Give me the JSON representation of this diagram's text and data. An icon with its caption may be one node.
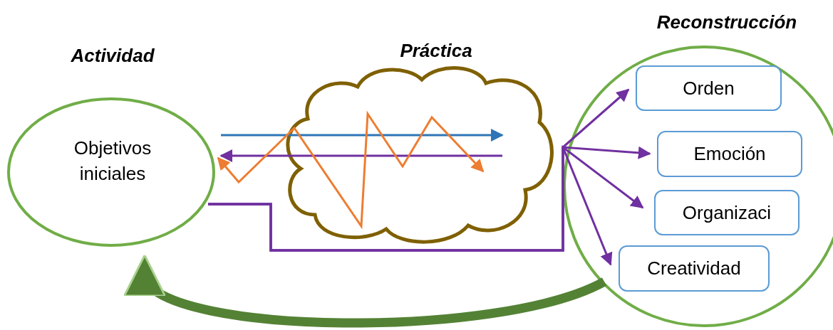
{
  "diagram": {
    "nodes": [
      {
        "text": [
          "Actividad",
          "Objetivos iniciales"
        ]
      },
      {
        "text": [
          "Práctica"
        ]
      },
      {
        "text": [
          "Reconstrucción"
        ]
      },
      {
        "text": [
          "Orden"
        ],
        "in": 2
      },
      {
        "text": [
          "Emoción"
        ],
        "in": 2
      },
      {
        "text": [
          "Organizaci"
        ],
        "in": 2
      },
      {
        "text": [
          "Creatividad"
        ],
        "in": 2
      }
    ],
    "edges": [
      {
        "from": 0,
        "to": 1,
        "arrow": "to",
        "color": "#2e75b6"
      },
      {
        "from": 1,
        "to": 0,
        "arrow": "to"
      },
      {
        "from": 0,
        "to": 1,
        "arrow": "both",
        "color": "#ed7d31"
      },
      {
        "from": 0,
        "to": 3,
        "arrow": "to"
      },
      {
        "from": 0,
        "to": 4,
        "arrow": "to"
      },
      {
        "from": 0,
        "to": 5,
        "arrow": "to"
      },
      {
        "from": 0,
        "to": 6,
        "arrow": "to"
      },
      {
        "from": 2,
        "to": 0,
        "arrow": "to",
        "style": "thick",
        "color": "#548235"
      }
    ]
  }
}
